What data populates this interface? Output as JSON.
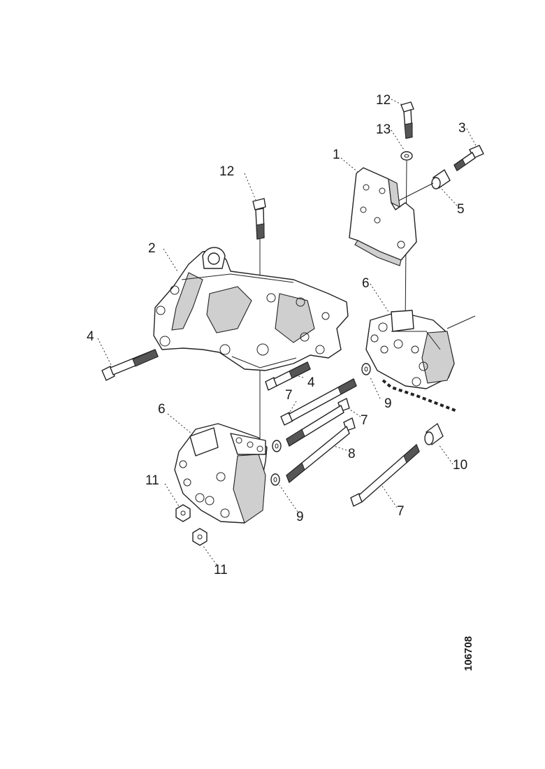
{
  "diagram": {
    "reference_number": "106708",
    "callouts": [
      {
        "id": "c12a",
        "text": "12"
      },
      {
        "id": "c13",
        "text": "13"
      },
      {
        "id": "c3",
        "text": "3"
      },
      {
        "id": "c1",
        "text": "1"
      },
      {
        "id": "c5",
        "text": "5"
      },
      {
        "id": "c12b",
        "text": "12"
      },
      {
        "id": "c2",
        "text": "2"
      },
      {
        "id": "c6a",
        "text": "6"
      },
      {
        "id": "c4a",
        "text": "4"
      },
      {
        "id": "c4b",
        "text": "4"
      },
      {
        "id": "c7a",
        "text": "7"
      },
      {
        "id": "c9a",
        "text": "9"
      },
      {
        "id": "c7b",
        "text": "7"
      },
      {
        "id": "c6b",
        "text": "6"
      },
      {
        "id": "c8",
        "text": "8"
      },
      {
        "id": "c10",
        "text": "10"
      },
      {
        "id": "c11a",
        "text": "11"
      },
      {
        "id": "c9b",
        "text": "9"
      },
      {
        "id": "c7c",
        "text": "7"
      },
      {
        "id": "c11b",
        "text": "11"
      }
    ]
  }
}
